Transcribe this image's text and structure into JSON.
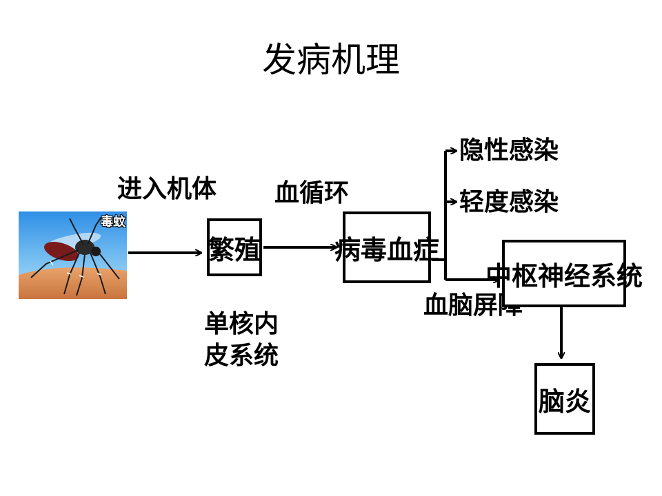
{
  "title": "发病机理",
  "image": {
    "caption": "毒蚊",
    "icon": "mosquito-photo"
  },
  "edges": {
    "enter_body": "进入机体",
    "blood_circulation": "血循环",
    "blood_brain_barrier": "血脑屏障"
  },
  "nodes": {
    "proliferation": "繁殖",
    "viremia": "病毒血症",
    "cns": "中枢神经系统",
    "encephalitis": "脑炎"
  },
  "outcomes": {
    "latent": "隐性感染",
    "mild": "轻度感染"
  },
  "mononuclear": {
    "line1": "单核内",
    "line2": "皮系统"
  }
}
